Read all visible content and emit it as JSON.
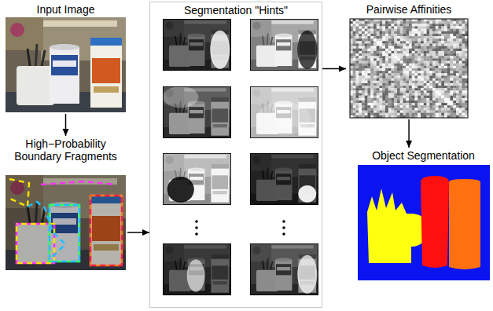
{
  "diagram": {
    "nodes": [
      {
        "text": [
          "Input Image"
        ]
      },
      {
        "text": [
          "High−Probability Boundary Fragments"
        ]
      },
      {
        "text": [
          "Segmentation \"Hints\""
        ]
      },
      {
        "text": [
          "Pairwise Affinities"
        ]
      },
      {
        "text": [
          "Object Segmentation"
        ]
      }
    ],
    "edges": [
      {
        "from": 0,
        "to": 1,
        "arrow": "to"
      },
      {
        "from": 1,
        "to": 2,
        "arrow": "to"
      },
      {
        "from": 2,
        "to": 3,
        "arrow": "to"
      },
      {
        "from": 3,
        "to": 4,
        "arrow": "to"
      }
    ]
  }
}
